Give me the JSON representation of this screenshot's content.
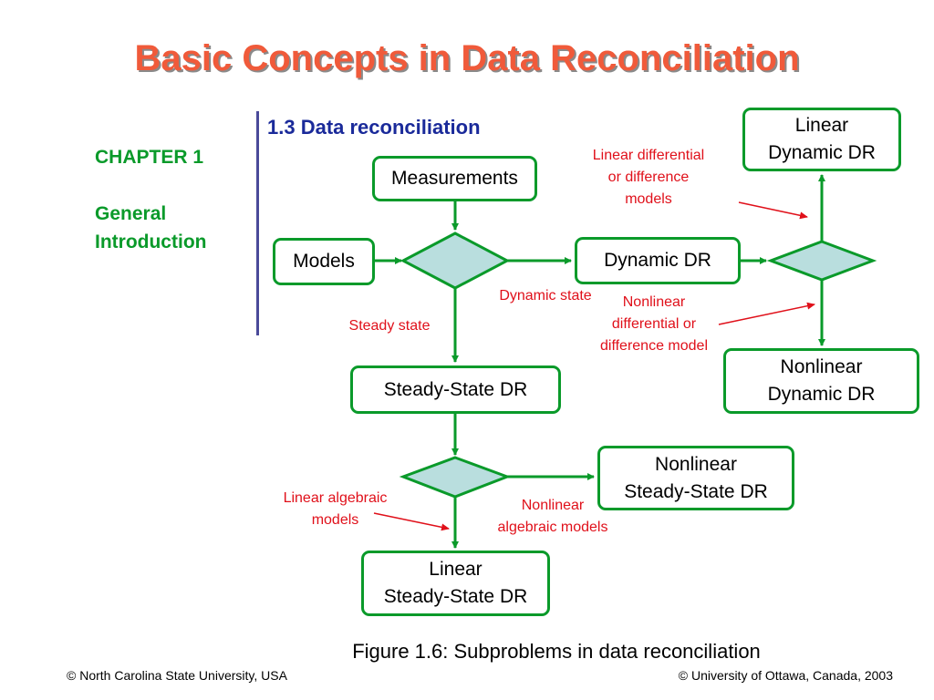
{
  "title": "Basic Concepts in Data Reconciliation",
  "sidebar": {
    "chapter": "CHAPTER 1",
    "topic_line1": "General",
    "topic_line2": "Introduction"
  },
  "section": "1.3 Data reconciliation",
  "nodes": {
    "measurements": "Measurements",
    "models": "Models",
    "dynamic_dr": "Dynamic DR",
    "linear_dynamic_dr": "Linear\nDynamic DR",
    "nonlinear_dynamic_dr": "Nonlinear\nDynamic DR",
    "steady_state_dr": "Steady-State DR",
    "nonlinear_steady_state_dr": "Nonlinear\nSteady-State DR",
    "linear_steady_state_dr": "Linear\nSteady-State DR"
  },
  "annotations": {
    "linear_diff": "Linear differential\nor difference\nmodels",
    "dynamic_state": "Dynamic state",
    "steady_state": "Steady state",
    "nonlinear_diff": "Nonlinear\ndifferential or\ndifference model",
    "linear_algebraic": "Linear algebraic\nmodels",
    "nonlinear_algebraic": "Nonlinear\nalgebraic models"
  },
  "caption": "Figure 1.6:  Subproblems in data reconciliation",
  "footer": {
    "left": "© North Carolina State University, USA",
    "right": "© University of Ottawa, Canada, 2003"
  },
  "colors": {
    "title": "#f05a3a",
    "box_border": "#0a9a2a",
    "diamond_fill": "#b9dede",
    "annotation": "#e0101a",
    "section": "#1a2a9a"
  }
}
